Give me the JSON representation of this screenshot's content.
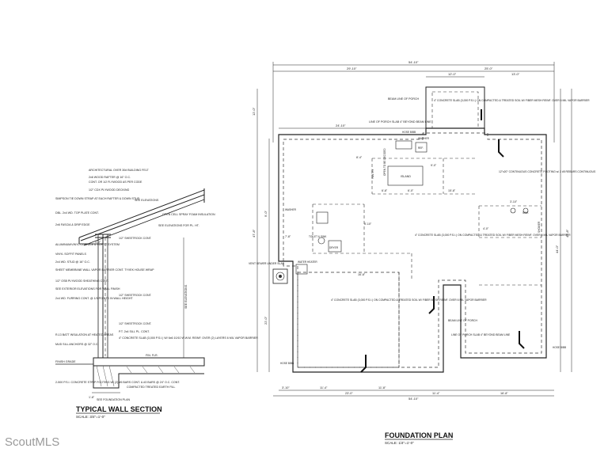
{
  "watermark": "ScoutMLS",
  "wall_section": {
    "title": "TYPICAL WALL SECTION",
    "scale": "SCALE: 3/4\"=1'-0\"",
    "labels": [
      "ARCHITECTURAL OVER 30# BUILDING FELT",
      "2x6 WOOD RAFTER @ 16\" O.C.",
      "CONT. OR 1/2 FLYWOOD AS PER CODE",
      "1/2\" CDX PLYWOOD DECKING",
      "SIMPSON TIE DOWN STRAP AT EACH RAFTER & DOWN STUD",
      "DBL. 2x4 WD. TOP PLATE CONT.",
      "2x6 FASCIA & DRIP EDGE",
      "ALUMINUM/VINYL CORNICE & SOFFIT SYSTEM",
      "VINYL SOFFIT PANELS",
      "2x4 WD. STUD @ 16\" O.C.",
      "SHEET MEMBRANE WALL VAPOR BARRIER CONT. TYVEK HOUSE WRAP",
      "1/2\" OSB PLYWOOD SHEATHING CONT.",
      "SEE EXTERIOR ELEVATIONS FOR WALL FINISH",
      "2x4 WD. FURRING CONT. @ 1/3 POINTS IN WALL HEIGHT",
      "R-13 BATT INSULATION AT HEATED AREAS",
      "MUD SILL ANCHORS @ 32\" O.C.",
      "FINISH GRADE",
      "2-500 P.S.I. CONCRETE STRIP FOOTING W/ (2) #5 BARS CONT. & #3 BARS @ 24\" O.C. CONT.",
      "SEE ELEVATIONS",
      "OPEN CELL SPRAY FOAM INSULATION",
      "SEE ELEVATIONS FOR PL. HT.",
      "1/2\" SHEETROCK CONT.",
      "1/2\" SHEETROCK CONT.",
      "1/2\" SHEETROCK CONT.",
      "P.T. 2x4 SILL PL. CONT.",
      "4\" CONCRETE SLAB (3,000 P.S.I.) W/ 6x6 10/10 W.W.M. REINF. OVER (2) LAYERS 6 MIL VAPOR BARRIER",
      "FIN. FLR.",
      "COMPACTED TREATED EARTH FILL",
      "SEE FOUNDATION PLAN",
      "SEE ELEVATIONS",
      "1'-0\"",
      "1'-8\""
    ]
  },
  "foundation_plan": {
    "title": "FOUNDATION PLAN",
    "scale": "SCALE: 1/4\"=1'-0\"",
    "dimensions": {
      "top_overall": "54'-10\"",
      "top_left": "29'-10\"",
      "top_right": "25'-0\"",
      "top_porch_a": "12'-0\"",
      "top_porch_b": "13'-0\"",
      "left_depth": "24'-10\"",
      "bottom_overall": "54'-10\"",
      "bottom_segments": [
        "3'-10\"",
        "11'-4\"",
        "23'-0\"",
        "11'-8\"",
        "11'-4\"",
        "16'-8\""
      ],
      "right_overall": "47'-8\"",
      "right_b": "44'-0\"",
      "left_overall": "47'-8\"",
      "left_a": "22'-0\"",
      "left_b": "9'-0\"",
      "left_c": "12'-0\"",
      "interior": [
        "6'-8\"",
        "6'-0\"",
        "15'-8\"",
        "16'-8\"",
        "8'-4\"",
        "7'-8\"",
        "9'-0\"",
        "3'-10\"",
        "4'-0\"",
        "5'-10\""
      ]
    },
    "labels": [
      "BEAM LINE OF PORCH",
      "4\" CONCRETE SLAB (3,000 P.S.I.) ON COMPACTED & TREATED SOIL W/ FIBER MESH REINF. OVER 6 MIL VAPOR BARRIER",
      "LINE OF PORCH SLAB 4\" BEYOND BEAM LINE",
      "HOSE BIBB",
      "WASHER",
      "REF.",
      "ISLAND",
      "PANTRY",
      "OPEN TO BE DECIDED",
      "12\"x20\" CONTINUOUS CONCRETE FOOTING w/ 2 #5 REBARS CONTINUOUS",
      "WASHER",
      "SHOWER",
      "4\" CONCRETE SLAB (3,000 P.S.I.) ON COMPACTED & TREATED SOIL W/ FIBER MESH REINF. OVER 6 MIL VAPOR BARRIER",
      "VENT SEWER UNDER SLAB",
      "WATER HEATER",
      "DRYER",
      "4\" CONCRETE SLAB (3,000 P.S.I.) ON COMPACTED & TREATED SOIL W/ FIBER MESH REINF. OVER 6 MIL VAPOR BARRIER",
      "BEAM LINE OF PORCH",
      "LINE OF PORCH SLAB 4\" BEYOND BEAM LINE",
      "HOSE BIBB",
      "HOSE BIBB",
      "TOILET & SINK",
      "SINK"
    ]
  }
}
